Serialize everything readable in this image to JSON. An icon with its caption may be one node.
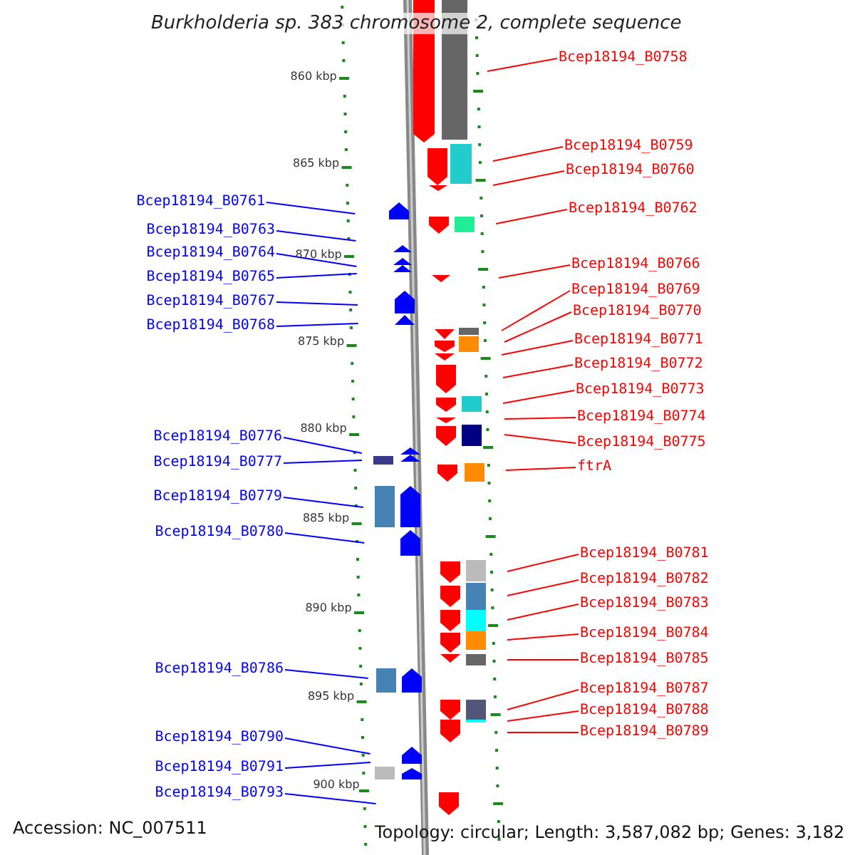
{
  "diagram": {
    "title": "Burkholderia sp. 383 chromosome 2, complete sequence",
    "nodes": [
      {
        "text": [
          "Bcep18194_B0758"
        ]
      },
      {
        "text": [
          "Bcep18194_B0759"
        ]
      },
      {
        "text": [
          "Bcep18194_B0760"
        ]
      },
      {
        "text": [
          "Bcep18194_B0761"
        ]
      },
      {
        "text": [
          "Bcep18194_B0762"
        ]
      },
      {
        "text": [
          "Bcep18194_B0763"
        ]
      },
      {
        "text": [
          "Bcep18194_B0764"
        ]
      },
      {
        "text": [
          "Bcep18194_B0765"
        ]
      },
      {
        "text": [
          "Bcep18194_B0766"
        ]
      },
      {
        "text": [
          "Bcep18194_B0767"
        ]
      },
      {
        "text": [
          "Bcep18194_B0769"
        ]
      },
      {
        "text": [
          "Bcep18194_B0770"
        ]
      },
      {
        "text": [
          "Bcep18194_B0768"
        ]
      },
      {
        "text": [
          "Bcep18194_B0771"
        ]
      },
      {
        "text": [
          "Bcep18194_B0772"
        ]
      },
      {
        "text": [
          "Bcep18194_B0773"
        ]
      },
      {
        "text": [
          "Bcep18194_B0774"
        ]
      },
      {
        "text": [
          "Bcep18194_B0776"
        ]
      },
      {
        "text": [
          "Bcep18194_B0775"
        ]
      },
      {
        "text": [
          "Bcep18194_B0777"
        ]
      },
      {
        "text": [
          "ftrA"
        ]
      },
      {
        "text": [
          "Bcep18194_B0779"
        ]
      },
      {
        "text": [
          "Bcep18194_B0780"
        ]
      },
      {
        "text": [
          "Bcep18194_B0781"
        ]
      },
      {
        "text": [
          "Bcep18194_B0782"
        ]
      },
      {
        "text": [
          "Bcep18194_B0783"
        ]
      },
      {
        "text": [
          "Bcep18194_B0784"
        ]
      },
      {
        "text": [
          "Bcep18194_B0785"
        ]
      },
      {
        "text": [
          "Bcep18194_B0786"
        ]
      },
      {
        "text": [
          "Bcep18194_B0787"
        ]
      },
      {
        "text": [
          "Bcep18194_B0788"
        ]
      },
      {
        "text": [
          "Bcep18194_B0789"
        ]
      },
      {
        "text": [
          "Bcep18194_B0790"
        ]
      },
      {
        "text": [
          "Bcep18194_B0791"
        ]
      },
      {
        "text": [
          "Bcep18194_B0793"
        ]
      }
    ],
    "edges": [
      {
        "from": 0,
        "to": null,
        "arrow": "none"
      },
      {
        "from": 1,
        "to": null,
        "arrow": "none"
      },
      {
        "from": 2,
        "to": null,
        "arrow": "none"
      },
      {
        "from": 3,
        "to": null,
        "arrow": "none",
        "color": "#0000ff"
      },
      {
        "from": 4,
        "to": null,
        "arrow": "none"
      },
      {
        "from": 5,
        "to": null,
        "arrow": "none",
        "color": "#0000ff"
      },
      {
        "from": 6,
        "to": null,
        "arrow": "none",
        "color": "#0000ff"
      },
      {
        "from": 7,
        "to": null,
        "arrow": "none",
        "color": "#0000ff"
      },
      {
        "from": 8,
        "to": null,
        "arrow": "none"
      },
      {
        "from": 9,
        "to": null,
        "arrow": "none",
        "color": "#0000ff"
      },
      {
        "from": 10,
        "to": null,
        "arrow": "none"
      },
      {
        "from": 11,
        "to": null,
        "arrow": "none"
      },
      {
        "from": 12,
        "to": null,
        "arrow": "none",
        "color": "#0000ff"
      },
      {
        "from": 13,
        "to": null,
        "arrow": "none"
      },
      {
        "from": 14,
        "to": null,
        "arrow": "none"
      },
      {
        "from": 15,
        "to": null,
        "arrow": "none"
      },
      {
        "from": 16,
        "to": null,
        "arrow": "none"
      },
      {
        "from": 17,
        "to": null,
        "arrow": "none",
        "color": "#0000ff"
      },
      {
        "from": 18,
        "to": null,
        "arrow": "none"
      },
      {
        "from": 19,
        "to": null,
        "arrow": "none",
        "color": "#0000ff"
      },
      {
        "from": 20,
        "to": null,
        "arrow": "none"
      },
      {
        "from": 21,
        "to": null,
        "arrow": "none",
        "color": "#0000ff"
      },
      {
        "from": 22,
        "to": null,
        "arrow": "none",
        "color": "#0000ff"
      },
      {
        "from": 23,
        "to": null,
        "arrow": "none"
      },
      {
        "from": 24,
        "to": null,
        "arrow": "none"
      },
      {
        "from": 25,
        "to": null,
        "arrow": "none"
      },
      {
        "from": 26,
        "to": null,
        "arrow": "none"
      },
      {
        "from": 27,
        "to": null,
        "arrow": "none"
      },
      {
        "from": 28,
        "to": null,
        "arrow": "none",
        "color": "#0000ff"
      },
      {
        "from": 29,
        "to": null,
        "arrow": "none"
      },
      {
        "from": 30,
        "to": null,
        "arrow": "none"
      },
      {
        "from": 31,
        "to": null,
        "arrow": "none"
      },
      {
        "from": 32,
        "to": null,
        "arrow": "none",
        "color": "#0000ff"
      },
      {
        "from": 33,
        "to": null,
        "arrow": "none",
        "color": "#0000ff"
      },
      {
        "from": 34,
        "to": null,
        "arrow": "none",
        "color": "#0000ff"
      }
    ],
    "labels": [
      "860 kbp",
      "865 kbp",
      "870 kbp",
      "875 kbp",
      "880 kbp",
      "885 kbp",
      "890 kbp",
      "895 kbp",
      "900 kbp",
      "Accession: NC_007511",
      "Topology: circular; Length: 3,587,082 bp; Genes: 3,182"
    ]
  }
}
